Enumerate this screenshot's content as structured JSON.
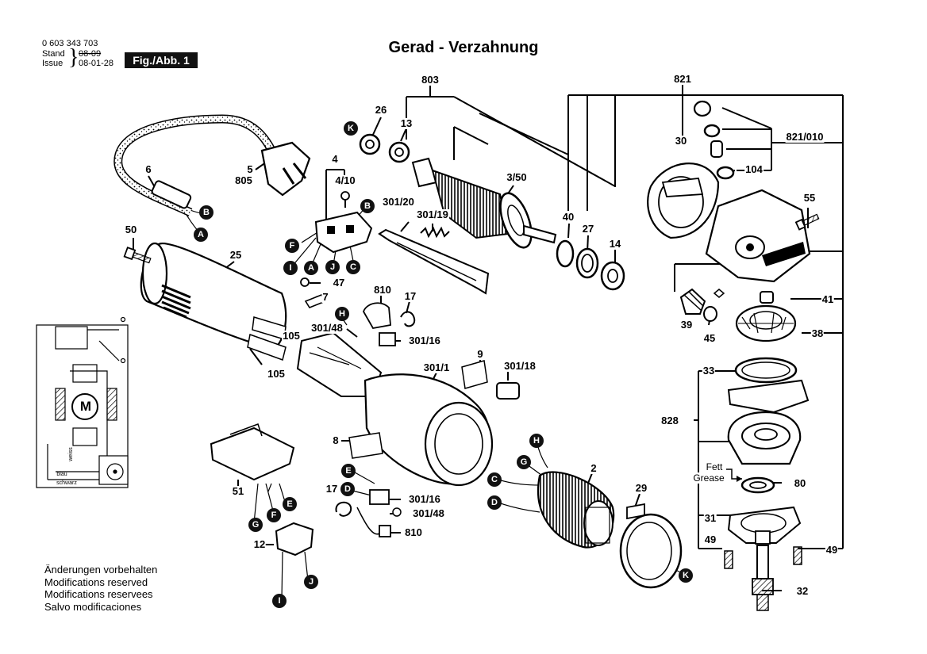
{
  "header": {
    "part_number": "0 603 343 703",
    "stand_label": "Stand",
    "stand_date": "08-09",
    "issue_label": "Issue",
    "issue_date": "08-01-28",
    "figure_label": "Fig./Abb. 1",
    "title": "Gerad - Verzahnung"
  },
  "notes": [
    "Änderungen vorbehalten",
    "Modifications reserved",
    "Modifications reservees",
    "Salvo modificaciones"
  ],
  "part_labels": {
    "p803": "803",
    "p821": "821",
    "p26": "26",
    "p13": "13",
    "p30": "30",
    "p821_010": "821/010",
    "p104": "104",
    "p6": "6",
    "p5": "5",
    "p805": "805",
    "p4": "4",
    "p4_10": "4/10",
    "p301_20": "301/20",
    "p301_19": "301/19",
    "p3_50": "3/50",
    "p55": "55",
    "p40": "40",
    "p27": "27",
    "p14": "14",
    "p50": "50",
    "p25": "25",
    "p47": "47",
    "p7": "7",
    "p810": "810",
    "p17": "17",
    "p301_48": "301/48",
    "p301_16": "301/16",
    "p105": "105",
    "p9": "9",
    "p301_1": "301/1",
    "p301_18": "301/18",
    "p41": "41",
    "p39": "39",
    "p45": "45",
    "p38": "38",
    "p33": "33",
    "p828": "828",
    "p8": "8",
    "p2": "2",
    "p29": "29",
    "p80": "80",
    "p31": "31",
    "p49": "49",
    "p12": "12",
    "p51": "51",
    "p32": "32",
    "fett": "Fett",
    "grease": "Grease"
  },
  "connector_markers": [
    "A",
    "B",
    "C",
    "D",
    "E",
    "F",
    "G",
    "H",
    "I",
    "J",
    "K"
  ],
  "schematic": {
    "motor_symbol": "M",
    "wire_labels": [
      "weiss",
      "blau",
      "schwarz"
    ]
  }
}
